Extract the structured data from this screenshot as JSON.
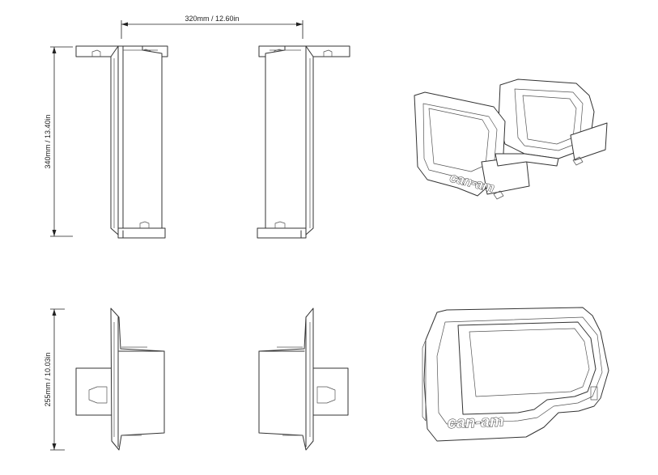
{
  "dimensions": {
    "width_label": "320mm / 12.60in",
    "height_top_label": "340mm / 13.40in",
    "height_bottom_label": "255mm / 10.03in"
  },
  "brand": {
    "logo_text": "can-am"
  }
}
